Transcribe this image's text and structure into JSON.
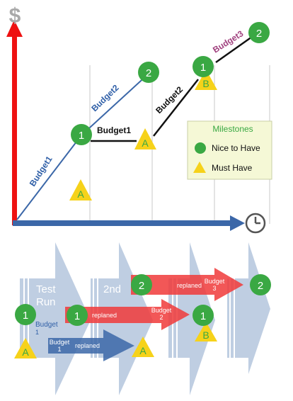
{
  "axes": {
    "y_symbol": "$",
    "x_icon": "clock-icon",
    "y_axis_color": "#ee1111",
    "x_axis_color": "#3b67a8"
  },
  "top": {
    "line_labels": {
      "budget1": "Budget1",
      "budget2_rotated": "Budget2",
      "budget1_flat": "Budget1",
      "budget2_slant": "Budget2",
      "budget3": "Budget3"
    },
    "milestones": {
      "m1": "1",
      "m2a": "2",
      "mA": "A",
      "mA_low": "A",
      "m1b": "1",
      "mB": "B",
      "m2b": "2"
    }
  },
  "legend": {
    "title": "Milestones",
    "items": [
      {
        "shape": "circle",
        "label": "Nice to Have"
      },
      {
        "shape": "triangle",
        "label": "Must Have"
      }
    ],
    "background": "#f5f8d6"
  },
  "bottom": {
    "phases": {
      "test_run_line1": "Test",
      "test_run_line2": "Run",
      "second": "2nd"
    },
    "arrows": {
      "budget1_line1": "Budget",
      "budget1_line2": "1",
      "replaned1": "replaned",
      "replaned2": "replaned",
      "budget2_line1": "Budget",
      "budget2_line2": "2",
      "replaned3": "replaned",
      "budget3_line1": "Budget",
      "budget3_line2": "3",
      "budget_left_line1": "Budget",
      "budget_left_line2": "1"
    },
    "milestones": {
      "c1_left": "1",
      "tri_left": "A",
      "c1_mid": "1",
      "tri_mid": "A",
      "c2_top": "2",
      "c1_right": "1",
      "tri_right": "B",
      "c2_right": "2"
    }
  },
  "colors": {
    "green": "#3aa843",
    "yellow": "#f6d21a",
    "red_arrow": "#f03a3a",
    "blue_arrow": "#5b7db8",
    "chevron": "#b4c6de",
    "budget_blue": "#2f5fa7",
    "budget3_purple": "#a0407e"
  }
}
